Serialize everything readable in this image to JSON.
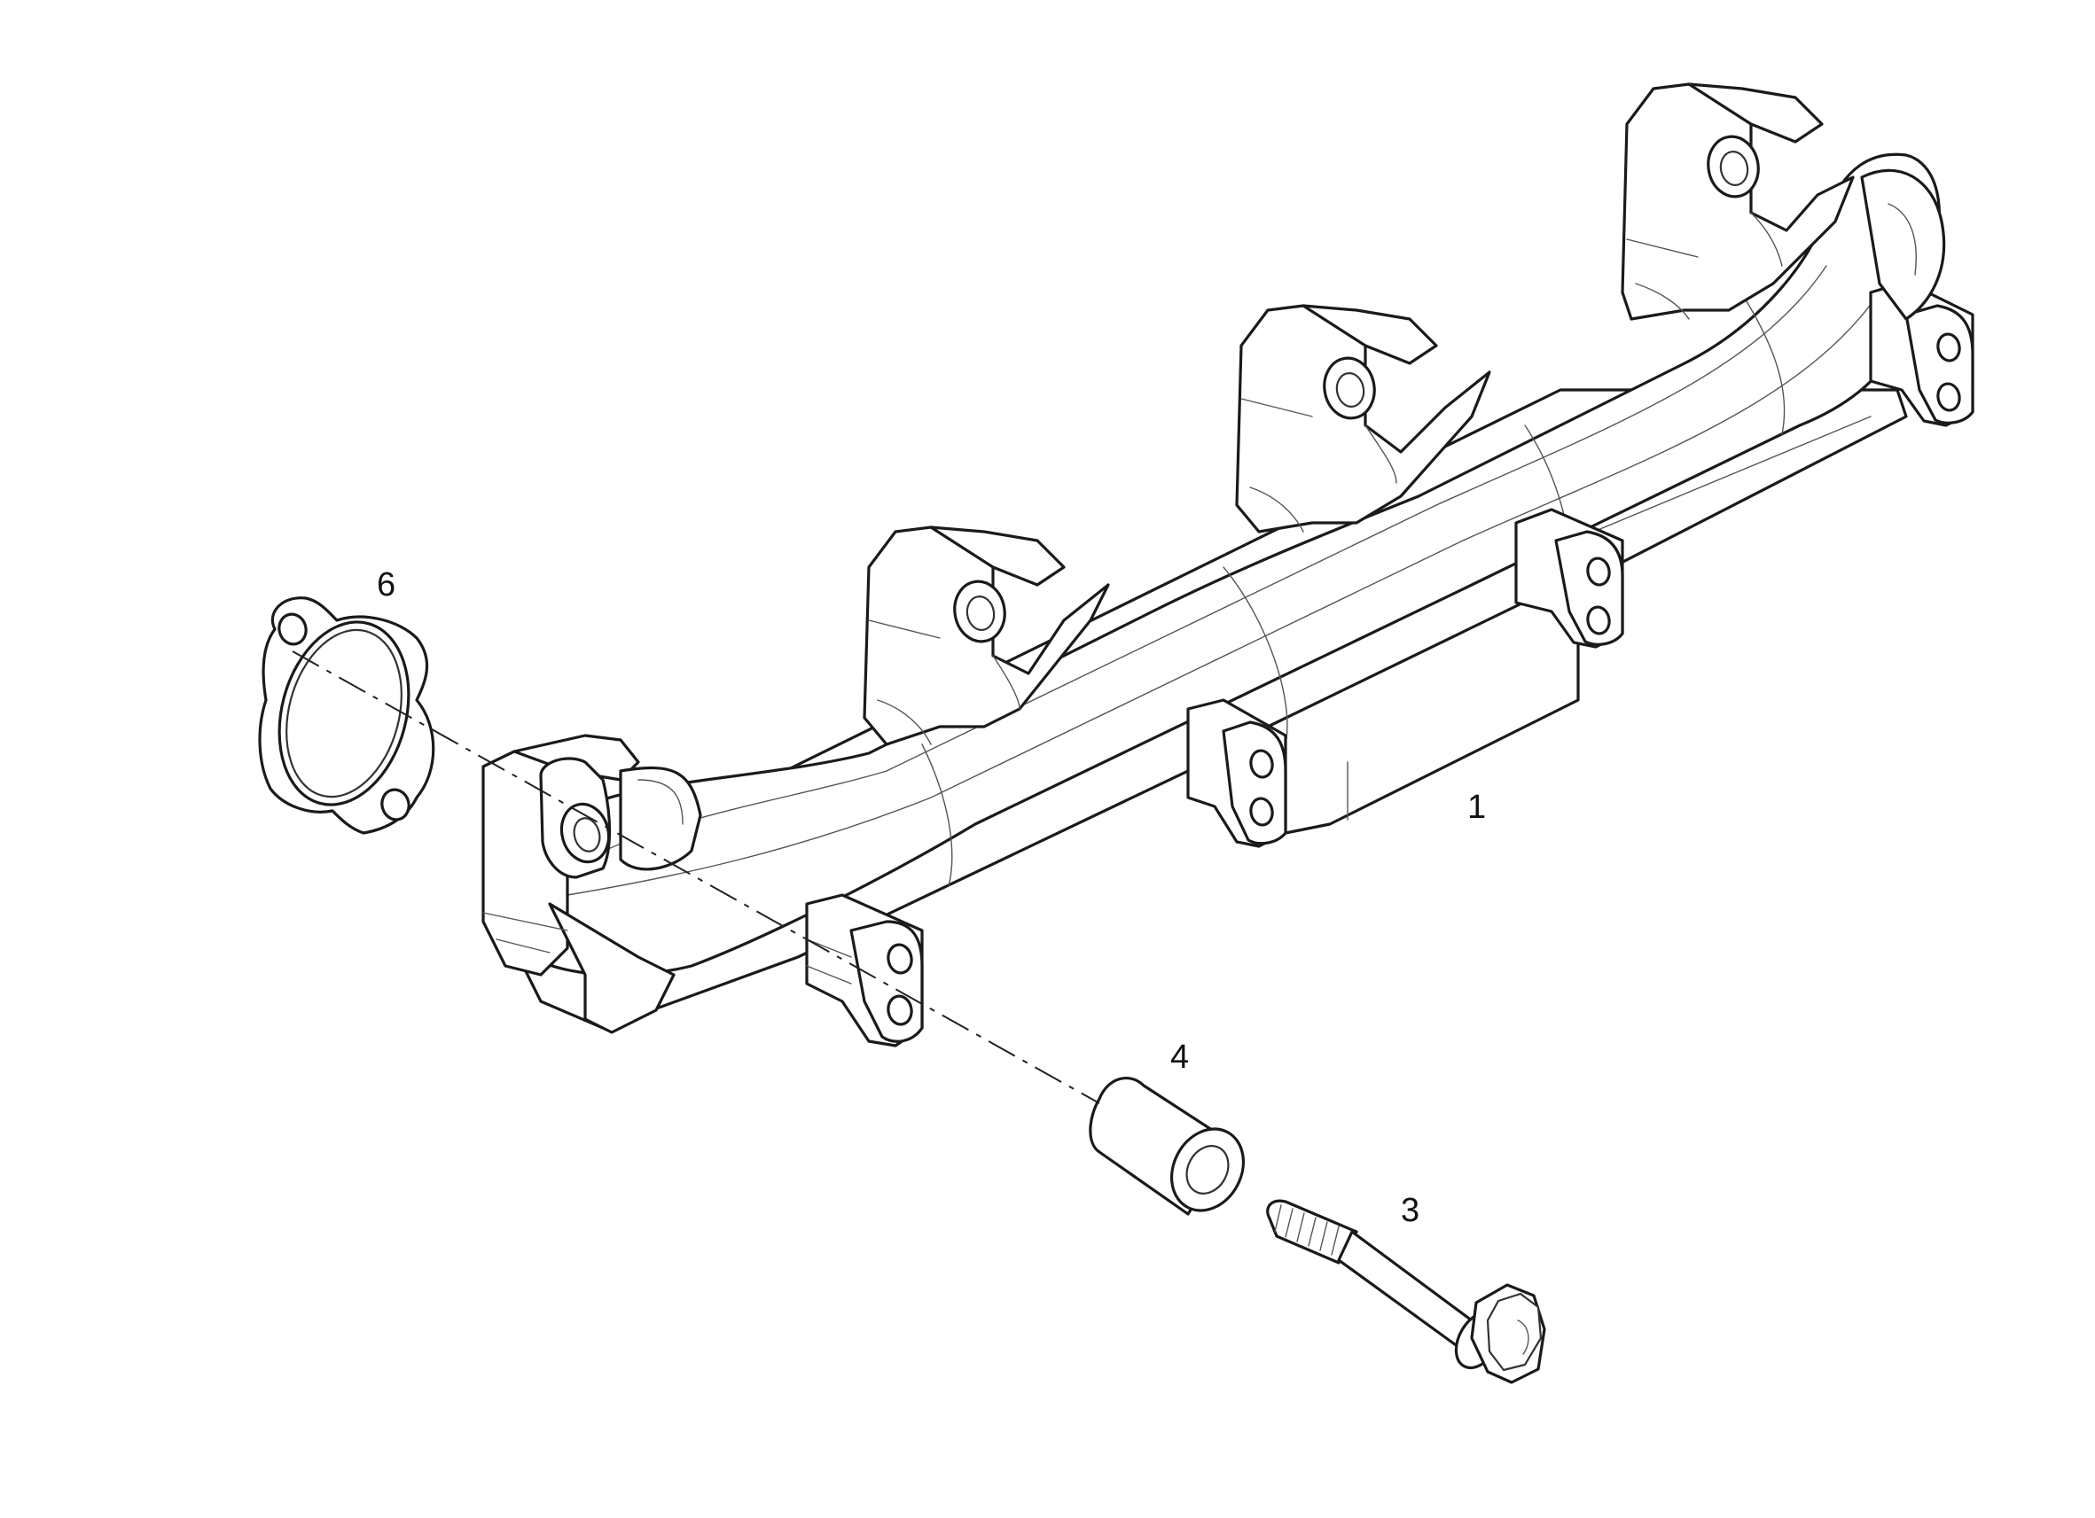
{
  "diagram": {
    "parts": [
      {
        "id": "manifold",
        "label": "1",
        "icon": "exhaust-manifold"
      },
      {
        "id": "bolt",
        "label": "3",
        "icon": "flange-bolt"
      },
      {
        "id": "spacer",
        "label": "4",
        "icon": "spacer-sleeve"
      },
      {
        "id": "gasket",
        "label": "6",
        "icon": "flange-gasket"
      }
    ],
    "colors": {
      "line": "#1a1a1a",
      "background": "#ffffff"
    }
  }
}
